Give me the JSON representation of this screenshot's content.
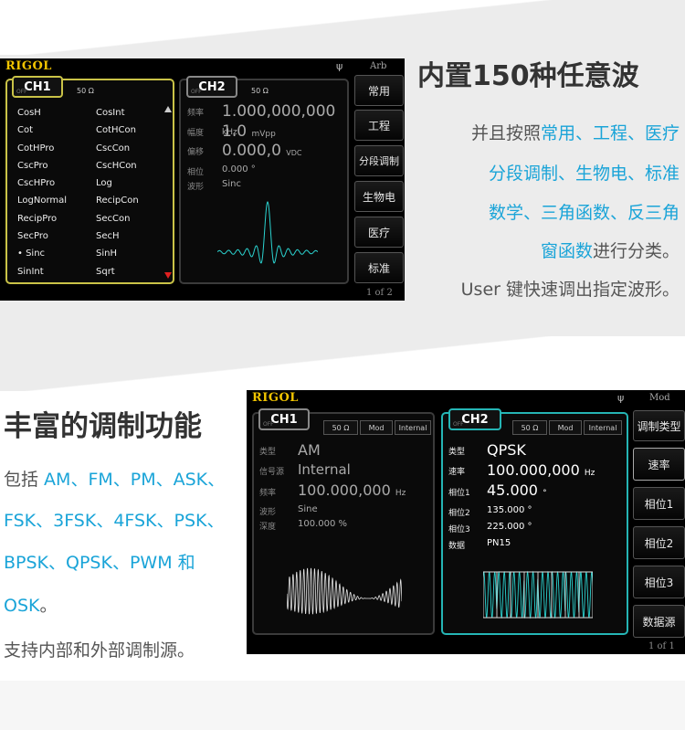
{
  "top": {
    "title": "内置150种任意波",
    "desc": {
      "line1_pre": "并且按照",
      "line1_hl": "常用、工程、医疗",
      "line2_hl": "分段调制、生物电、标准",
      "line3_hl": "数学、三角函数、反三角",
      "line4_hl": "窗函数",
      "line4_post": "进行分类。",
      "line5": "User 键快速调出指定波形。"
    },
    "screen": {
      "brand": "RIGOL",
      "usb": "ψ",
      "mode": "Arb",
      "ch1": {
        "tag": "CH1",
        "off": "OFF",
        "imp": "50 Ω"
      },
      "ch2": {
        "tag": "CH2",
        "off": "OFF",
        "imp": "50 Ω"
      },
      "list_col1": [
        "CosH",
        "Cot",
        "CotHPro",
        "CscPro",
        "CscHPro",
        "LogNormal",
        "RecipPro",
        "SecPro",
        "• Sinc",
        "SinInt"
      ],
      "list_col2": [
        "CosInt",
        "CotHCon",
        "CscCon",
        "CscHCon",
        "Log",
        "RecipCon",
        "SecCon",
        "SecH",
        "SinH",
        "Sqrt"
      ],
      "params": {
        "freq_label": "频率",
        "freq_value": "1.000,000,000",
        "freq_unit": "kHz",
        "amp_label": "幅度",
        "amp_value": "1.0",
        "amp_unit": "mVpp",
        "offset_label": "偏移",
        "offset_value": "0.000,0",
        "offset_unit": "VDC",
        "phase_label": "相位",
        "phase_value": "0.000 °",
        "wave_label": "波形",
        "wave_value": "Sinc"
      },
      "softkeys": [
        "常用",
        "工程",
        "分段调制",
        "生物电",
        "医疗",
        "标准"
      ],
      "page": "1 of 2"
    }
  },
  "bottom": {
    "title": "丰富的调制功能",
    "desc": {
      "line1_pre": "包括 ",
      "line1_hl": "AM、FM、PM、ASK、",
      "line2_hl": "FSK、3FSK、4FSK、PSK、",
      "line3_hl": "BPSK、QPSK、PWM",
      "line3_post": " 和",
      "line4_hl": "OSK",
      "line4_post": "。",
      "line5": "支持内部和外部调制源。"
    },
    "screen": {
      "brand": "RIGOL",
      "usb": "ψ",
      "mode": "Mod",
      "ch1": {
        "tag": "CH1",
        "off": "OFF",
        "imp": "50 Ω",
        "mod": "Mod",
        "src": "Internal"
      },
      "ch2": {
        "tag": "CH2",
        "off": "OFF",
        "imp": "50 Ω",
        "mod": "Mod",
        "src": "Internal"
      },
      "ch1_params": {
        "type_label": "类型",
        "type_value": "AM",
        "src_label": "信号源",
        "src_value": "Internal",
        "freq_label": "频率",
        "freq_value": "100.000,000",
        "freq_unit": "Hz",
        "wave_label": "波形",
        "wave_value": "Sine",
        "depth_label": "深度",
        "depth_value": "100.000 %"
      },
      "ch2_params": {
        "type_label": "类型",
        "type_value": "QPSK",
        "rate_label": "速率",
        "rate_value": "100.000,000",
        "rate_unit": "Hz",
        "ph1_label": "相位1",
        "ph1_value": "45.000",
        "ph1_unit": "°",
        "ph2_label": "相位2",
        "ph2_value": "135.000 °",
        "ph3_label": "相位3",
        "ph3_value": "225.000 °",
        "data_label": "数据",
        "data_value": "PN15"
      },
      "softkeys": [
        "调制类型",
        "速率",
        "相位1",
        "相位2",
        "相位3",
        "数据源"
      ],
      "page": "1 of 1"
    }
  },
  "colors": {
    "accent_blue": "#1aa4d8",
    "ch1_yellow": "#c9c247",
    "ch2_cyan": "#25b5b5",
    "brand_yellow": "#f1c400"
  }
}
